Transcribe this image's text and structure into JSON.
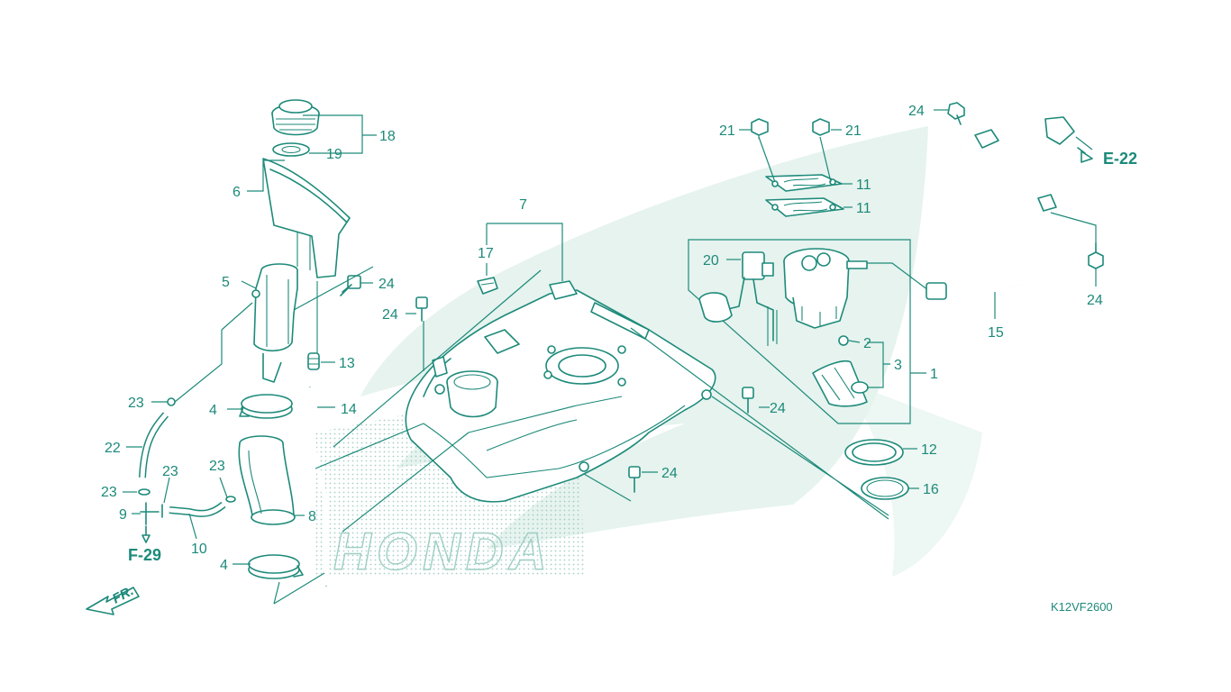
{
  "callouts": [
    {
      "id": "c18",
      "text": "18"
    },
    {
      "id": "c19",
      "text": "19"
    },
    {
      "id": "c6",
      "text": "6"
    },
    {
      "id": "c5",
      "text": "5"
    },
    {
      "id": "c24a",
      "text": "24"
    },
    {
      "id": "c13",
      "text": "13"
    },
    {
      "id": "c14",
      "text": "14"
    },
    {
      "id": "c23a",
      "text": "23"
    },
    {
      "id": "c4a",
      "text": "4"
    },
    {
      "id": "c22",
      "text": "22"
    },
    {
      "id": "c23b",
      "text": "23"
    },
    {
      "id": "c23c",
      "text": "23"
    },
    {
      "id": "c23d",
      "text": "23"
    },
    {
      "id": "c9",
      "text": "9"
    },
    {
      "id": "c10",
      "text": "10"
    },
    {
      "id": "c8",
      "text": "8"
    },
    {
      "id": "c4b",
      "text": "4"
    },
    {
      "id": "c7",
      "text": "7"
    },
    {
      "id": "c17",
      "text": "17"
    },
    {
      "id": "c24b",
      "text": "24"
    },
    {
      "id": "c24c",
      "text": "24"
    },
    {
      "id": "c24d",
      "text": "24"
    },
    {
      "id": "c21a",
      "text": "21"
    },
    {
      "id": "c21b",
      "text": "21"
    },
    {
      "id": "c11a",
      "text": "11"
    },
    {
      "id": "c11b",
      "text": "11"
    },
    {
      "id": "c20",
      "text": "20"
    },
    {
      "id": "c2",
      "text": "2"
    },
    {
      "id": "c3",
      "text": "3"
    },
    {
      "id": "c1",
      "text": "1"
    },
    {
      "id": "c12",
      "text": "12"
    },
    {
      "id": "c16",
      "text": "16"
    },
    {
      "id": "c24e",
      "text": "24"
    },
    {
      "id": "c24f",
      "text": "24"
    },
    {
      "id": "c15",
      "text": "15"
    }
  ],
  "references": {
    "e22": "E-22",
    "f29": "F-29",
    "front": "FR."
  },
  "watermark": "HONDA",
  "drawing_code": "K12VF2600",
  "colors": {
    "ink": "#1d8a7a",
    "tint": "#e6f3ee"
  }
}
